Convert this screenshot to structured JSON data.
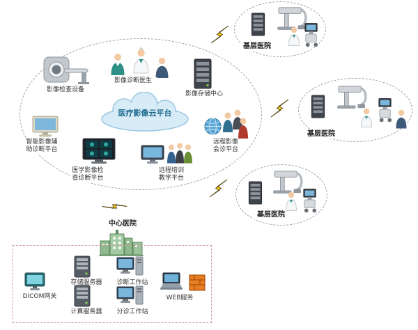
{
  "cloud": {
    "label": "医疗影像云平台"
  },
  "platform_nodes": {
    "equipment": "影像检查设备",
    "doctors": "影像诊断医生",
    "storage": "影像存储中心",
    "ai_assist": "智能影像辅助诊断平台",
    "exam_diagnosis": "医学影像检查诊断平台",
    "remote_training": "远程培训教学平台",
    "remote_consult": "远程影像会诊平台"
  },
  "branch_hospitals": [
    {
      "label": "基层医院"
    },
    {
      "label": "基层医院"
    },
    {
      "label": "基层医院"
    }
  ],
  "center_hospital": {
    "label": "中心医院",
    "dicom_gateway": "DICOM网关",
    "storage_server": "存储服务器",
    "diagnosis_workstation": "诊断工作站",
    "compute_server": "计算服务器",
    "triage_workstation": "分诊工作站",
    "web_service": "WEB服务"
  },
  "colors": {
    "cloud_fill": "#d8ecf8",
    "cloud_stroke": "#9cc6e0",
    "bolt_fill": "#ffd21f",
    "label_text": "#333333",
    "cloud_label_text": "#1c6a8e",
    "boundary_dash": "#9aa0a6",
    "hospital_box_dash": "#cf9a9a"
  }
}
